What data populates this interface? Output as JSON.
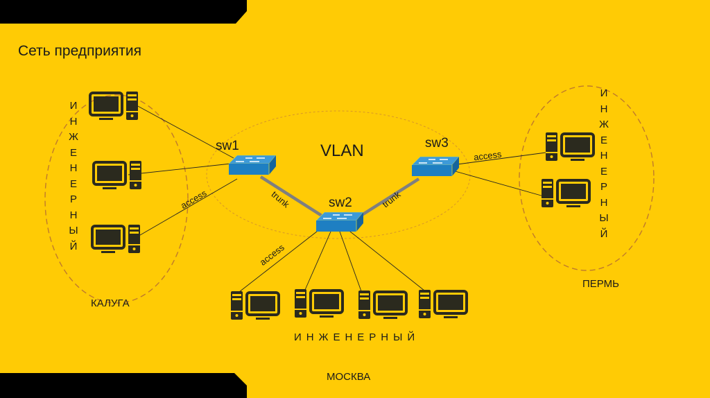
{
  "slide": {
    "title": "Сеть предприятия",
    "colors": {
      "background": "#ffcb05",
      "bars": "#000000",
      "switch": "#1e7fc2",
      "icon": "#2b2a1e",
      "ellipse": "#c07a2c"
    }
  },
  "diagram": {
    "vlan_label": "VLAN",
    "switches": [
      {
        "id": "sw1",
        "label": "sw1"
      },
      {
        "id": "sw2",
        "label": "sw2"
      },
      {
        "id": "sw3",
        "label": "sw3"
      }
    ],
    "links": [
      {
        "from": "sw1",
        "to": "sw2",
        "label": "trunk"
      },
      {
        "from": "sw2",
        "to": "sw3",
        "label": "trunk"
      }
    ],
    "port_labels": {
      "kaluga": "access",
      "moskva": "access",
      "perm": "access"
    },
    "sites": {
      "kaluga": {
        "name": "КАЛУГА",
        "department": "ИНЖЕНЕРНЫЙ",
        "computers": 3,
        "switch": "sw1"
      },
      "moskva": {
        "name": "МОСКВА",
        "department": "ИНЖЕНЕРНЫЙ",
        "computers": 4,
        "switch": "sw2"
      },
      "perm": {
        "name": "ПЕРМЬ",
        "department": "ИНЖЕНЕРНЫЙ",
        "computers": 2,
        "switch": "sw3"
      }
    },
    "icons": {
      "computer": "desktop-computer-icon",
      "switch": "network-switch-icon"
    }
  }
}
